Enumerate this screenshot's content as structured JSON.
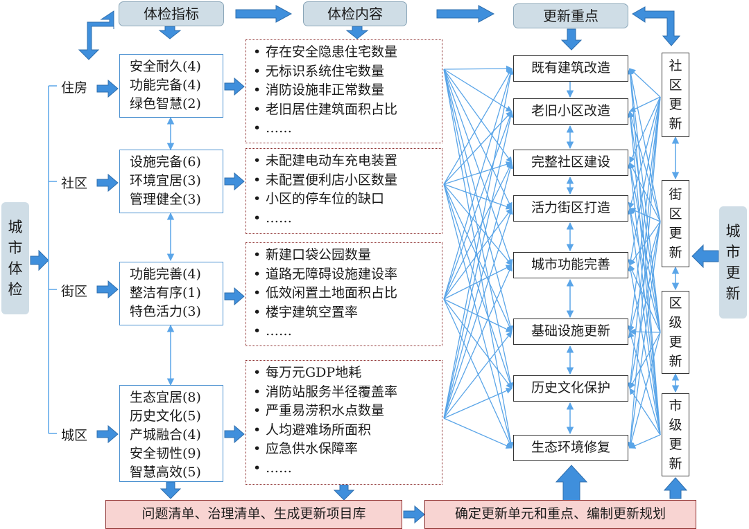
{
  "headers": {
    "indicators": "体检指标",
    "content": "体检内容",
    "focus": "更新重点"
  },
  "left_label": "城市体检",
  "right_label": "城市更新",
  "levels": [
    "住房",
    "社区",
    "街区",
    "城区"
  ],
  "indicator_groups": [
    [
      "安全耐久(4)",
      "功能完备(4)",
      "绿色智慧(2)"
    ],
    [
      "设施完备(6)",
      "环境宜居(3)",
      "管理健全(3)"
    ],
    [
      "功能完善(4)",
      "整洁有序(1)",
      "特色活力(3)"
    ],
    [
      "生态宜居(8)",
      "历史文化(5)",
      "产城融合(4)",
      "安全韧性(9)",
      "智慧高效(5)"
    ]
  ],
  "content_groups": [
    [
      "存在安全隐患住宅数量",
      "无标识系统住宅数量",
      "消防设施非正常数量",
      "老旧居住建筑面积占比",
      "……"
    ],
    [
      "未配建电动车充电装置",
      "未配置便利店小区数量",
      "小区的停车位的缺口",
      "……"
    ],
    [
      "新建口袋公园数量",
      "道路无障碍设施建设率",
      "低效闲置土地面积占比",
      "楼宇建筑空置率",
      "……"
    ],
    [
      "每万元GDP地耗",
      "消防站服务半径覆盖率",
      "严重易涝积水点数量",
      "人均避难场所面积",
      "应急供水保障率",
      "……"
    ]
  ],
  "bullet": "•",
  "update_focus": [
    "既有建筑改造",
    "老旧小区改造",
    "完整社区建设",
    "活力街区打造",
    "城市功能完善",
    "基础设施更新",
    "历史文化保护",
    "生态环境修复"
  ],
  "update_scales": [
    "社区更新",
    "街区更新",
    "区级更新",
    "市级更新"
  ],
  "bottom": {
    "left": "问题清单、治理清单、生成更新项目库",
    "right": "确定更新单元和重点、编制更新规划"
  },
  "colors": {
    "arrow_blue": "#3f8fdc",
    "line_blue": "#5aa5e8",
    "header_fill": "#cfdde6",
    "bottom_fill": "#f8d4d2",
    "dotted_border": "#8b2a2a"
  }
}
